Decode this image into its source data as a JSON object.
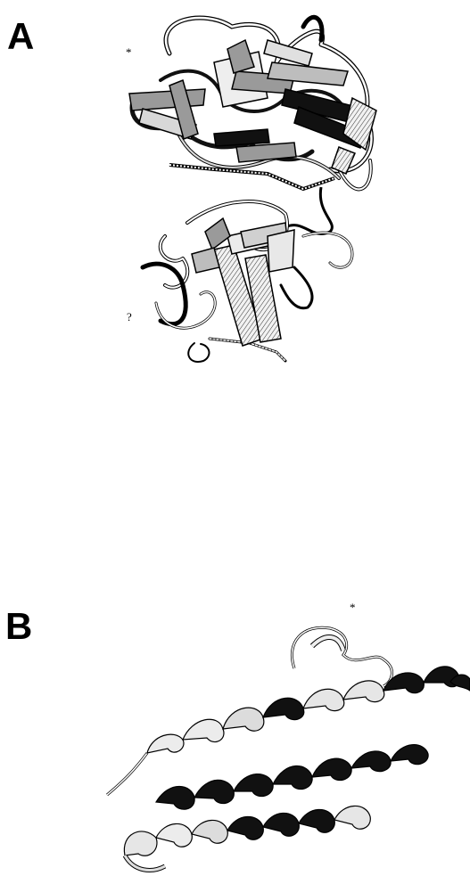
{
  "panels": {
    "a": {
      "label": "A",
      "markers": {
        "star": "*",
        "question": "?"
      },
      "image": "protein-ribbon-structure-beta-sheets"
    },
    "b": {
      "label": "B",
      "markers": {
        "star": "*"
      },
      "image": "protein-ribbon-structure-alpha-helices"
    }
  },
  "colors": {
    "dark_strand": "#111111",
    "mid_strand": "#9a9a9a",
    "light_strand": "#e6e6e6",
    "outline": "#000000"
  }
}
